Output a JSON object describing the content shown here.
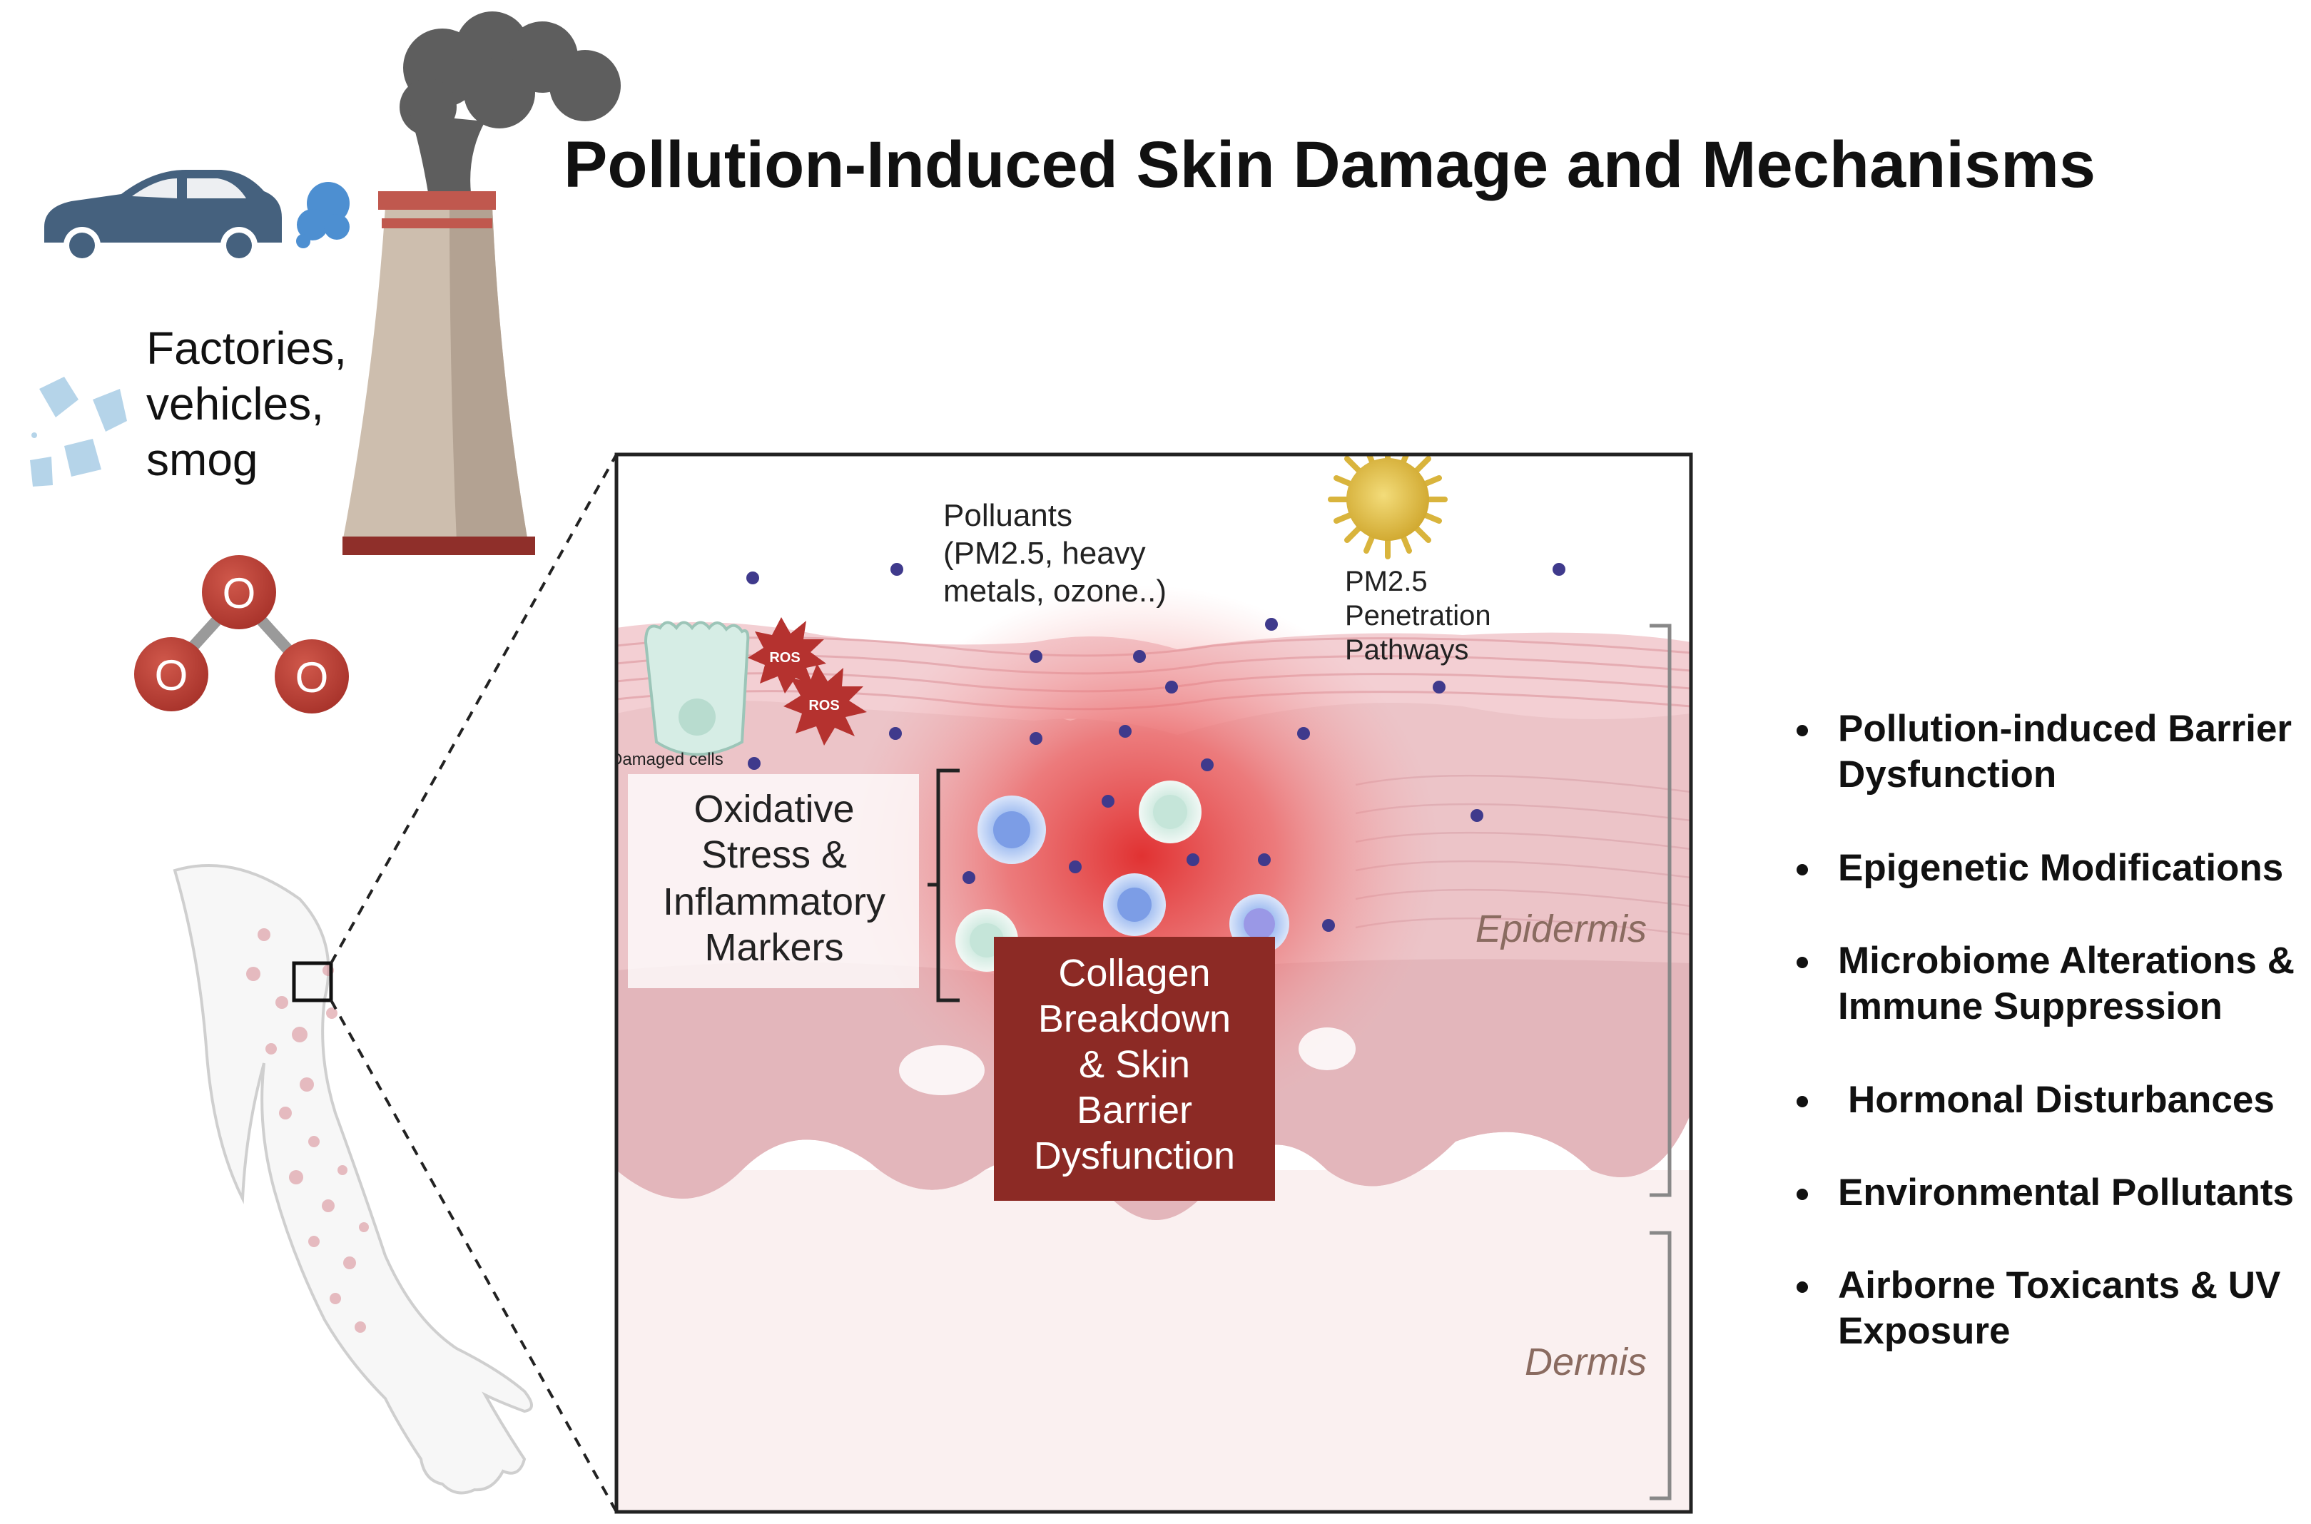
{
  "title": "Pollution-Induced Skin Damage and Mechanisms",
  "sources": {
    "label_lines": [
      "Factories,",
      "vehicles,",
      "smog"
    ]
  },
  "ozone_atom_label": "O",
  "panel": {
    "pollutants_lines": [
      "Polluants",
      "(PM2.5, heavy",
      "metals, ozone..)"
    ],
    "pm25_lines": [
      "PM2.5",
      "Penetration",
      "Pathways"
    ],
    "ros_label": "ROS",
    "damaged_cells_label": "Damaged cells",
    "oxidative_lines": [
      "Oxidative",
      "Stress &",
      "Inflammatory",
      "Markers"
    ],
    "collagen_lines": [
      "Collagen",
      "Breakdown",
      "& Skin",
      "Barrier",
      "Dysfunction"
    ],
    "epidermis_label": "Epidermis",
    "dermis_label": "Dermis"
  },
  "mechanisms": [
    "Pollution-induced Barrier Dysfunction",
    "Epigenetic Modifications",
    "Microbiome Alterations & Immune Suppression",
    "Hormonal Disturbances",
    "Environmental Pollutants",
    "Airborne Toxicants & UV Exposure"
  ],
  "colors": {
    "smoke": "#5e5e5e",
    "car": "#45617e",
    "exhaust": "#4d8fd1",
    "chimney": "#cbbcac",
    "chimney_band": "#c0584e",
    "ozone_atom": "#b23b2f",
    "epidermis_pink": "#f1c9cc",
    "dermis": "#f9eded",
    "inflammation": "#e23b3b",
    "collagen_box": "#8c2a25",
    "particle": "#3f3a8c",
    "pm25": "#e2c34a",
    "layer_label": "#8a6b60"
  }
}
